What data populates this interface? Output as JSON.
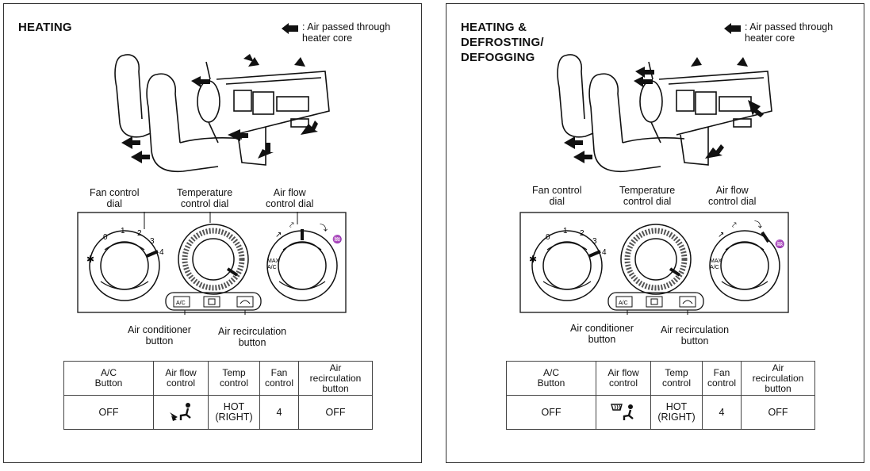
{
  "legend_text": ": Air passed through\nheater core",
  "labels": {
    "fan_control_dial": "Fan control\ndial",
    "temperature_control_dial": "Temperature\ncontrol dial",
    "air_flow_control_dial": "Air flow\ncontrol dial",
    "air_conditioner_button": "Air conditioner\nbutton",
    "air_recirculation_button": "Air recirculation\nbutton"
  },
  "fan_speeds": [
    "0",
    "1",
    "2",
    "3",
    "4"
  ],
  "ac_button_label": "A/C",
  "max_ac_label": "MAX\nA/C",
  "table_headers": [
    "A/C\nButton",
    "Air flow\ncontrol",
    "Temp\ncontrol",
    "Fan\ncontrol",
    "Air\nrecirculation\nbutton"
  ],
  "panels": [
    {
      "title": "HEATING",
      "ac_button": "OFF",
      "air_flow_icon": "foot-vent-icon",
      "temp_control": "HOT\n(RIGHT)",
      "fan_control": "4",
      "air_recirculation": "OFF"
    },
    {
      "title": "HEATING &\nDEFROSTING/\nDEFOGGING",
      "ac_button": "OFF",
      "air_flow_icon": "defrost-foot-icon",
      "temp_control": "HOT\n(RIGHT)",
      "fan_control": "4",
      "air_recirculation": "OFF"
    }
  ]
}
